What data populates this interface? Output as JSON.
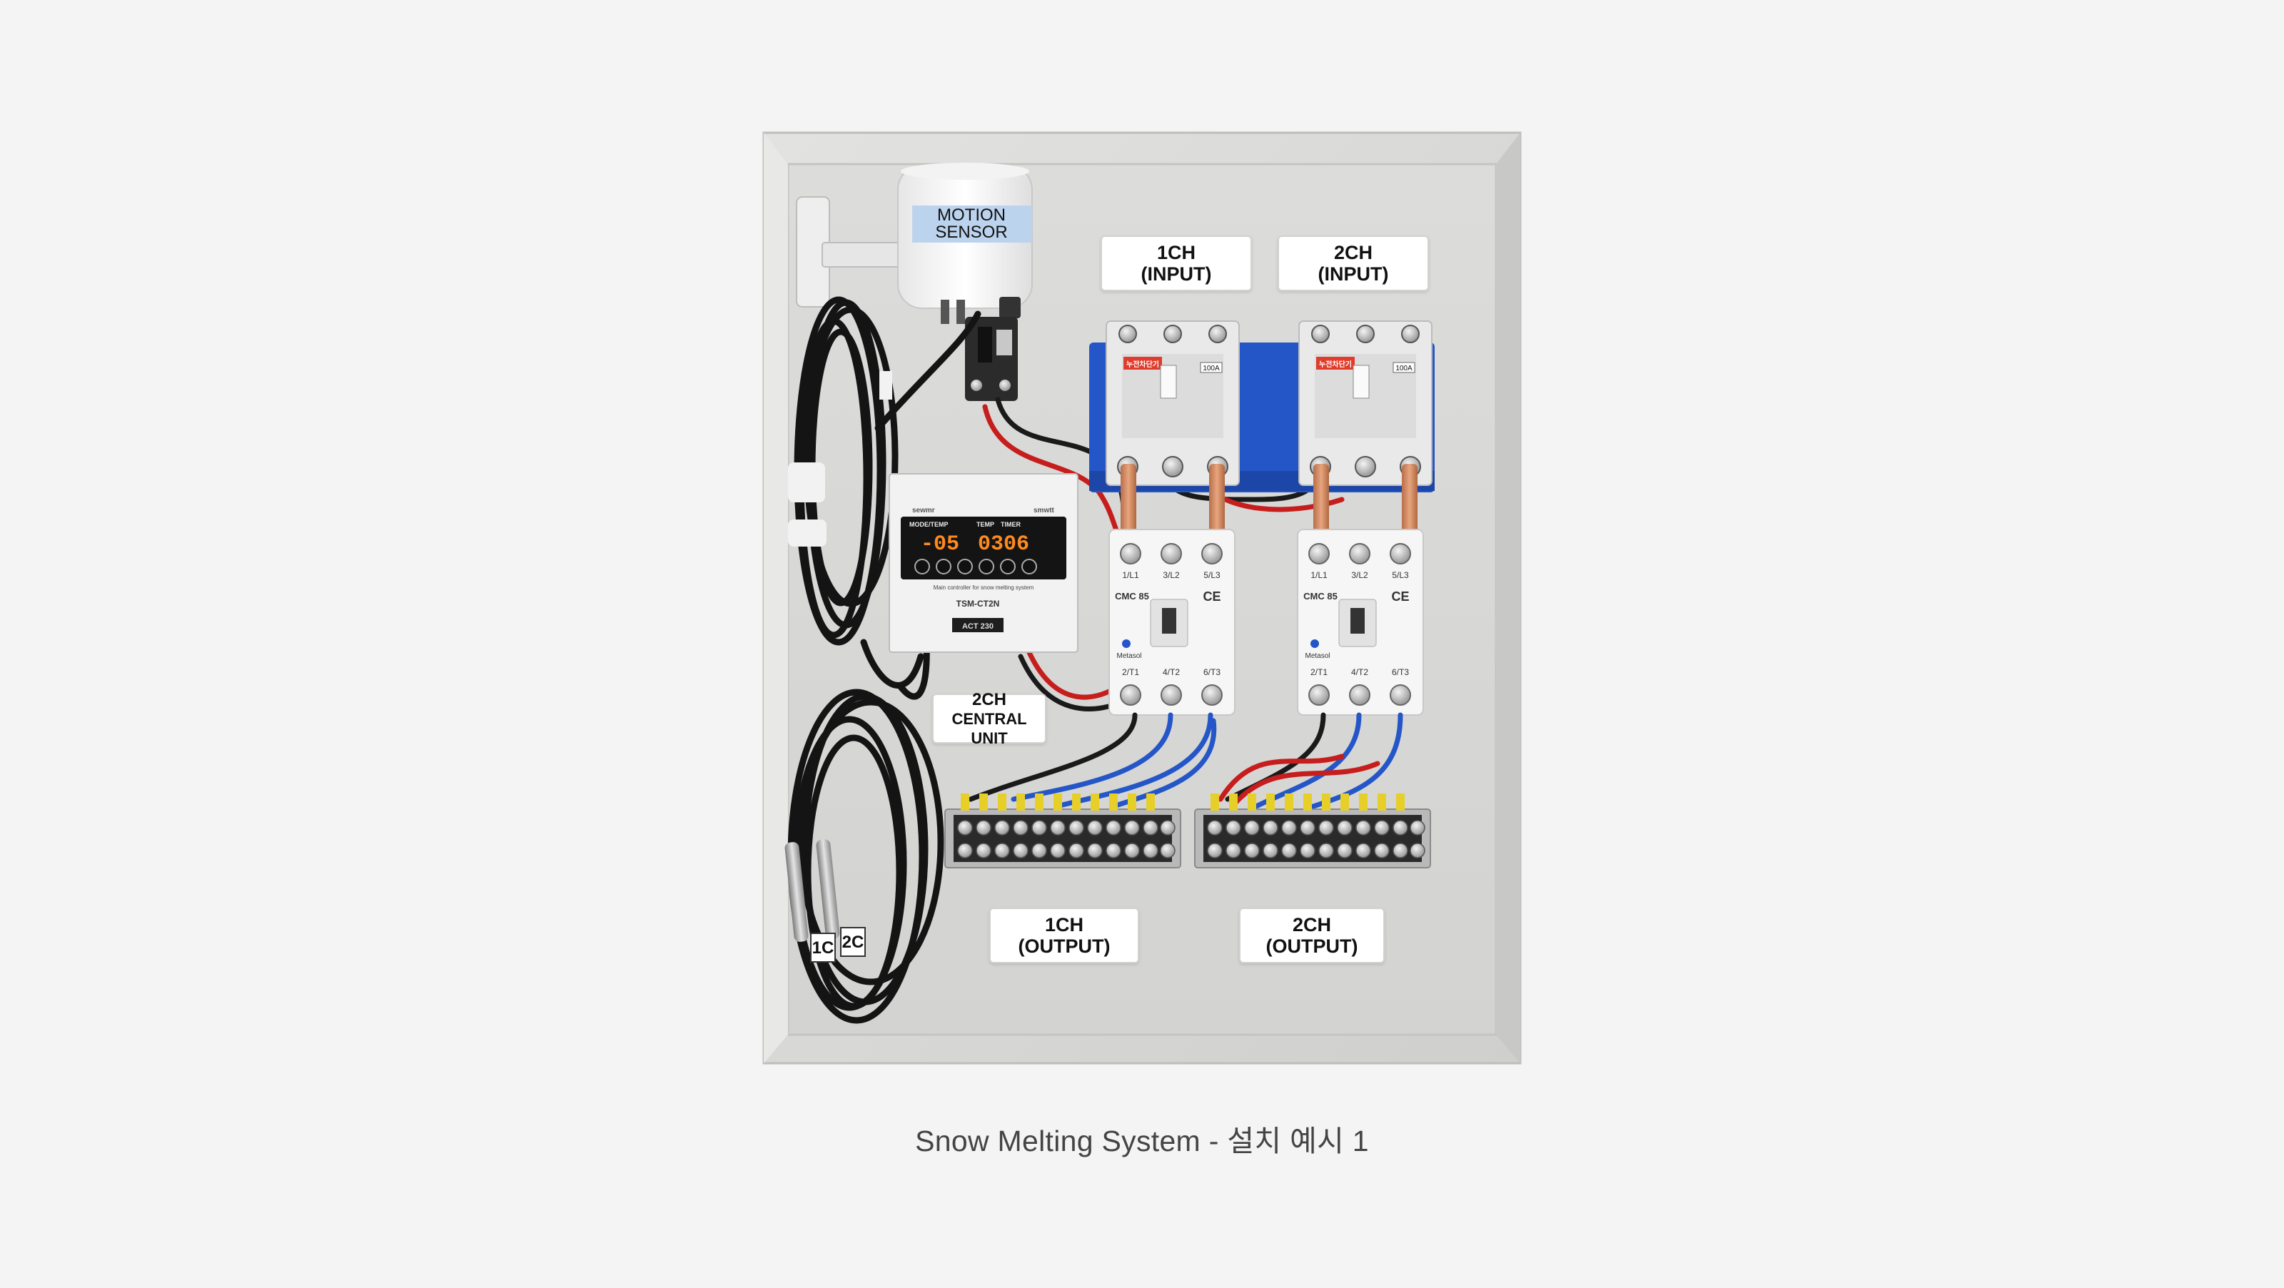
{
  "caption": "Snow Melting System - 설치 예시 1",
  "labels": {
    "motion_sensor": [
      "MOTION",
      "SENSOR"
    ],
    "ch1_input": [
      "1CH",
      "(INPUT)"
    ],
    "ch2_input": [
      "2CH",
      "(INPUT)"
    ],
    "central_unit": [
      "2CH",
      "CENTRAL UNIT"
    ],
    "ch1_output": [
      "1CH",
      "(OUTPUT)"
    ],
    "ch2_output": [
      "2CH",
      "(OUTPUT)"
    ],
    "probe1": "1C",
    "probe2": "2C"
  },
  "controller": {
    "brand": "sewmr",
    "brand2": "smwtt",
    "header_mode": "MODE/TEMP",
    "header_temp": "TEMP",
    "header_timer": "TIMER",
    "display_left": "-05",
    "display_right": "0306",
    "tagline": "Main controller for snow melting system",
    "model": "TSM-CT2N",
    "badge": "ACT 230"
  },
  "contactor": {
    "model": "CMC 85",
    "brand": "Metasol",
    "top_terminals": [
      "1/L1",
      "3/L2",
      "5/L3"
    ],
    "bottom_terminals": [
      "2/T1",
      "4/T2",
      "6/T3"
    ],
    "ce": "CE"
  },
  "breaker": {
    "brand": "누전차단기",
    "rating": "100A"
  }
}
